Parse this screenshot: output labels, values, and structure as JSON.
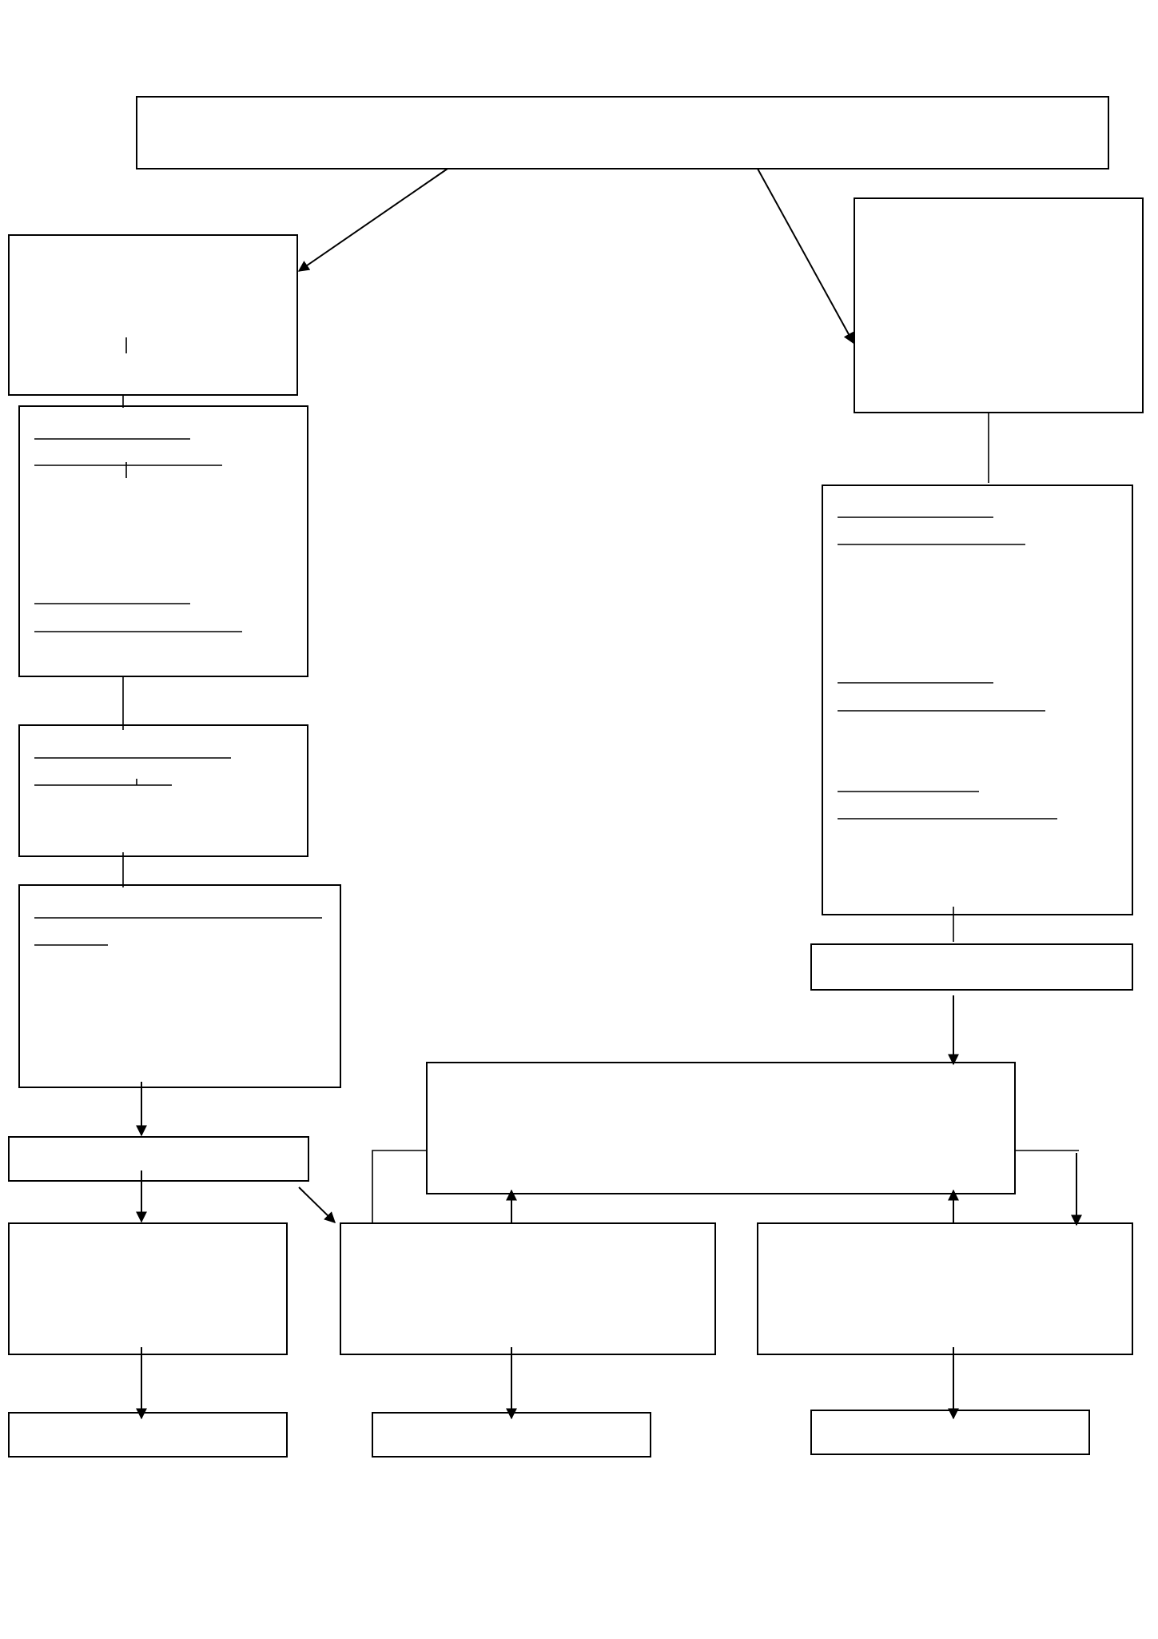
{
  "diagram": {
    "type": "flowchart",
    "colors": {
      "line": "#000000",
      "background": "#ffffff"
    },
    "nodes": [
      {
        "id": "top-box",
        "text": ""
      },
      {
        "id": "left-box-1",
        "text": ""
      },
      {
        "id": "left-box-2",
        "text": ""
      },
      {
        "id": "left-box-3",
        "text": ""
      },
      {
        "id": "left-box-4",
        "text": ""
      },
      {
        "id": "left-box-5",
        "text": ""
      },
      {
        "id": "left-box-6",
        "text": ""
      },
      {
        "id": "left-box-7",
        "text": ""
      },
      {
        "id": "right-box-1",
        "text": ""
      },
      {
        "id": "right-box-2",
        "text": ""
      },
      {
        "id": "right-box-3",
        "text": ""
      },
      {
        "id": "center-box",
        "text": ""
      },
      {
        "id": "mid-box",
        "text": ""
      },
      {
        "id": "mid-bottom-box",
        "text": ""
      },
      {
        "id": "right-box-4",
        "text": ""
      },
      {
        "id": "right-bottom-box",
        "text": ""
      }
    ],
    "edges": [
      {
        "from": "top-box",
        "to": "left-box-1",
        "arrow": true
      },
      {
        "from": "top-box",
        "to": "right-box-1",
        "arrow": true
      },
      {
        "from": "left-box-1",
        "to": "left-box-2",
        "arrow": false
      },
      {
        "from": "left-box-2",
        "to": "left-box-3",
        "arrow": false
      },
      {
        "from": "left-box-3",
        "to": "left-box-4",
        "arrow": false
      },
      {
        "from": "left-box-4",
        "to": "left-box-5",
        "arrow": true
      },
      {
        "from": "left-box-5",
        "to": "left-box-6",
        "arrow": true
      },
      {
        "from": "left-box-5",
        "to": "mid-box",
        "arrow": true
      },
      {
        "from": "left-box-6",
        "to": "left-box-7",
        "arrow": true
      },
      {
        "from": "right-box-1",
        "to": "right-box-2",
        "arrow": false
      },
      {
        "from": "right-box-2",
        "to": "right-box-3",
        "arrow": false
      },
      {
        "from": "right-box-3",
        "to": "center-box",
        "arrow": true
      },
      {
        "from": "mid-box",
        "to": "center-box",
        "arrow": true
      },
      {
        "from": "right-box-4",
        "to": "center-box",
        "arrow": true
      },
      {
        "from": "center-box",
        "to": "mid-box",
        "arrow": false
      },
      {
        "from": "center-box",
        "to": "right-box-4",
        "arrow": true
      },
      {
        "from": "mid-box",
        "to": "mid-bottom-box",
        "arrow": true
      },
      {
        "from": "right-box-4",
        "to": "right-bottom-box",
        "arrow": true
      }
    ]
  }
}
